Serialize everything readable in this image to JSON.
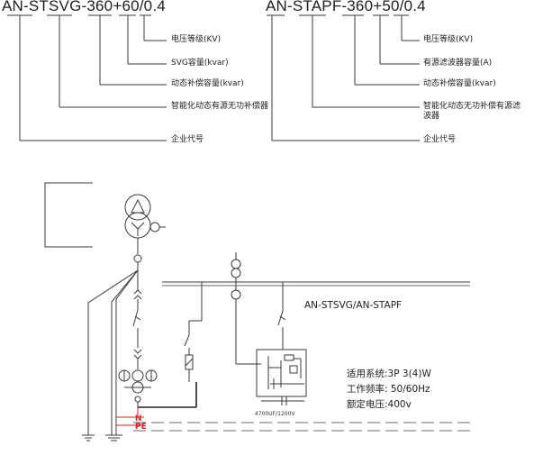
{
  "left_designation": {
    "model": "AN-STSVG-360+60/0.4",
    "labels": [
      "电压等级(KV)",
      "SVG容量(kvar)",
      "动态补偿容量(kvar)",
      "智能化动态有源无功补偿器",
      "企业代号"
    ]
  },
  "right_designation": {
    "model": "AN-STAPF-360+50/0.4",
    "labels": [
      "电压等级(KV)",
      "有源滤波器容量(A)",
      "动态补偿容量(kvar)",
      "智能化动态无功补偿有源滤波器",
      "企业代号"
    ]
  },
  "diagram": {
    "device_title": "AN-STSVG/AN-STAPF",
    "capacitor_note": "4700UF/1200V",
    "neutral_label": "N",
    "pe_label": "PE",
    "specs": [
      "适用系统:3P 3(4)W",
      "工作频率:  50/60Hz",
      "额定电压:400v"
    ],
    "colors": {
      "line": "#3a3a3a",
      "earth_wire": "#e0202a"
    }
  }
}
